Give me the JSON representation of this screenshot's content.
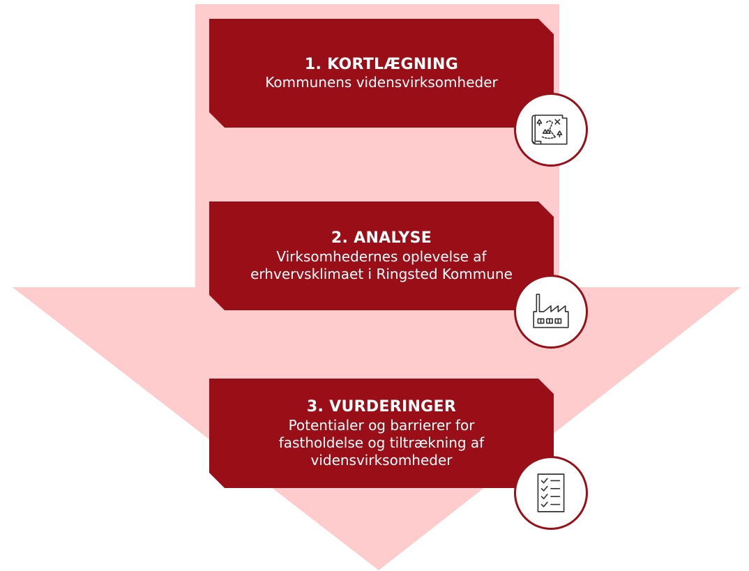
{
  "colors": {
    "arrow": "#fecccc",
    "box": "#9a0e18",
    "icon_stroke": "#333333",
    "icon_ring": "#9a0e18"
  },
  "steps": [
    {
      "title": "1. KORTLÆGNING",
      "lines": [
        "Kommunens vidensvirksomheder"
      ],
      "icon": "treasure-map-icon"
    },
    {
      "title": "2. ANALYSE",
      "lines": [
        "Virksomhedernes oplevelse af",
        "erhvervsklimaet i Ringsted Kommune"
      ],
      "icon": "factory-icon"
    },
    {
      "title": "3. VURDERINGER",
      "lines": [
        "Potentialer og barrierer for",
        "fastholdelse og tiltrækning af",
        "vidensvirksomheder"
      ],
      "icon": "checklist-icon"
    }
  ]
}
